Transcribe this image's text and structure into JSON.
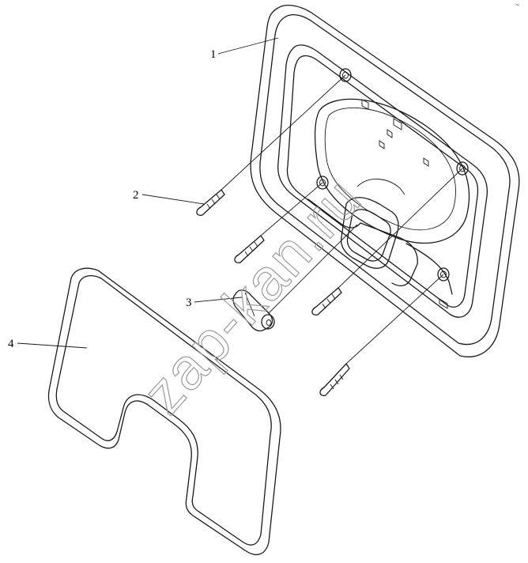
{
  "callouts": [
    {
      "label": "1"
    },
    {
      "label": "2"
    },
    {
      "label": "3"
    },
    {
      "label": "4"
    }
  ],
  "watermark": "zap-kan.ru",
  "corner_mark": "~"
}
